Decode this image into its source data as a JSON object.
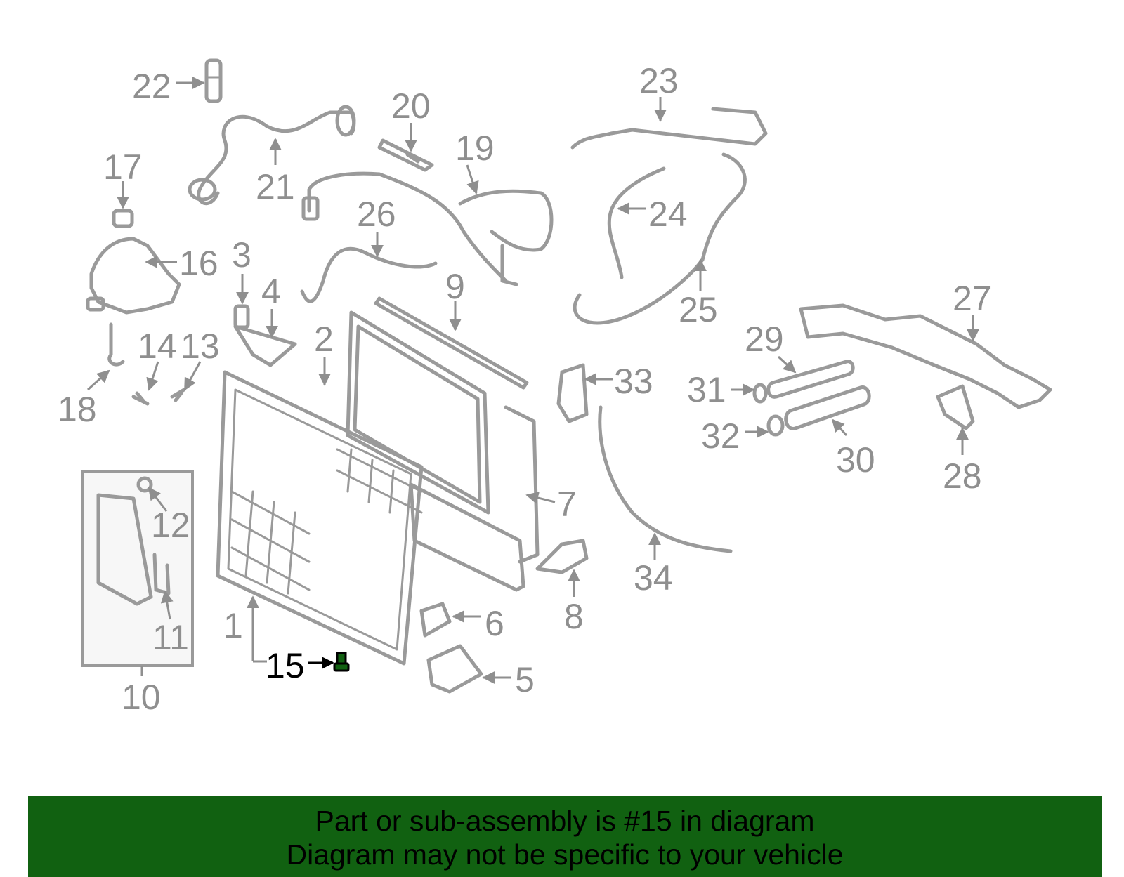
{
  "highlighted_part": "15",
  "colors": {
    "banner": "#116111",
    "line_art": "#9a9a9a",
    "callout_text": "#8f8f8f",
    "highlight": "#000000",
    "highlight_part_fill": "#116111"
  },
  "callouts": [
    "1",
    "2",
    "3",
    "4",
    "5",
    "6",
    "7",
    "8",
    "9",
    "10",
    "11",
    "12",
    "13",
    "14",
    "15",
    "16",
    "17",
    "18",
    "19",
    "20",
    "21",
    "22",
    "23",
    "24",
    "25",
    "26",
    "27",
    "28",
    "29",
    "30",
    "31",
    "32",
    "33",
    "34"
  ],
  "banner": {
    "line1": "Part or sub-assembly is #15 in diagram",
    "line2": "Diagram may not be specific to your vehicle"
  }
}
